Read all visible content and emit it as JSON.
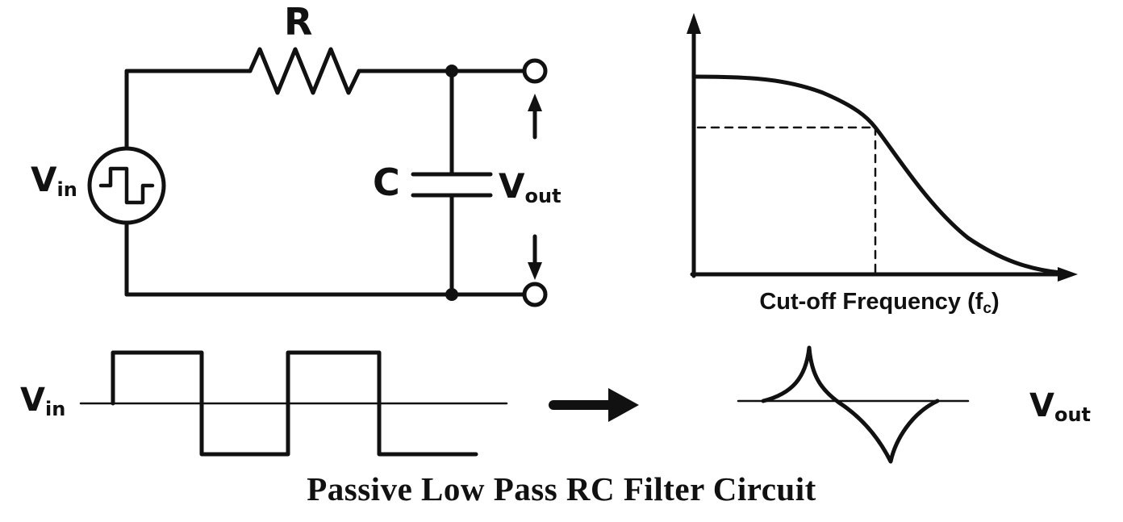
{
  "title": "Passive Low Pass RC Filter Circuit",
  "circuit": {
    "resistor_label": "R",
    "capacitor_label": "C",
    "vin": {
      "main": "V",
      "sub": "in"
    },
    "vout": {
      "main": "V",
      "sub": "out"
    }
  },
  "graph": {
    "xlabel_prefix": "Cut-off Frequency (f",
    "xlabel_sub": "c",
    "xlabel_suffix": ")"
  },
  "waveforms": {
    "input_label": {
      "main": "V",
      "sub": "in"
    },
    "output_label": {
      "main": "V",
      "sub": "out"
    }
  },
  "colors": {
    "ink": "#111111",
    "background": "#ffffff"
  }
}
